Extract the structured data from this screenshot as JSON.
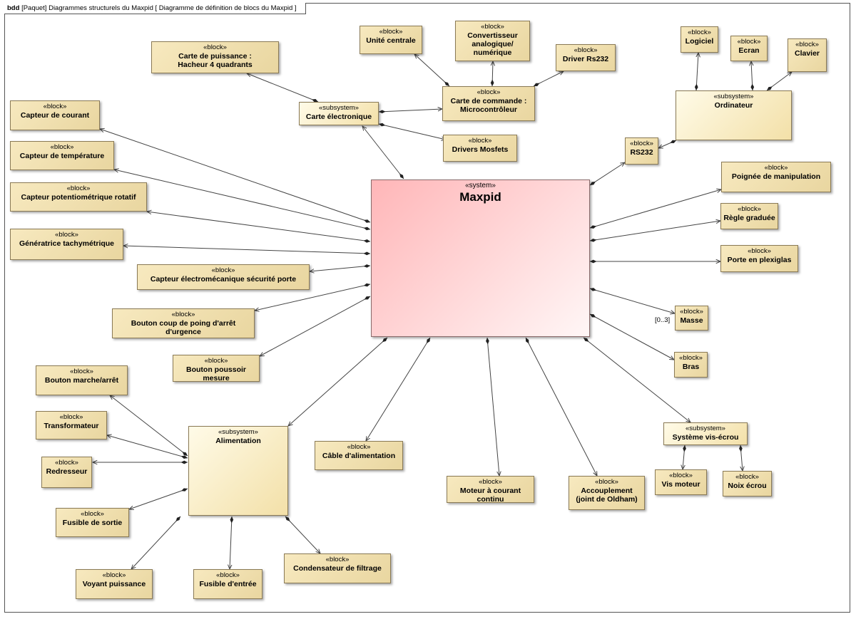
{
  "frame": {
    "kind": "bdd",
    "title": "[Paquet] Diagrammes structurels du Maxpid [ Diagramme de définition de blocs du Maxpid ]"
  },
  "blocks": [
    {
      "id": "maxpid",
      "stereo": "«system»",
      "name": "Maxpid",
      "kind": "system"
    },
    {
      "id": "carte_elec",
      "stereo": "«subsystem»",
      "name": "Carte électronique",
      "kind": "subsystem"
    },
    {
      "id": "carte_puissance",
      "stereo": "«block»",
      "name": "Carte de puissance :\nHacheur 4 quadrants",
      "kind": "block"
    },
    {
      "id": "unite",
      "stereo": "«block»",
      "name": "Unité centrale",
      "kind": "block"
    },
    {
      "id": "convertisseur",
      "stereo": "«block»",
      "name": "Convertisseur\nanalogique/\nnumérique",
      "kind": "block"
    },
    {
      "id": "driver_rs",
      "stereo": "«block»",
      "name": "Driver Rs232",
      "kind": "block"
    },
    {
      "id": "carte_cmd",
      "stereo": "«block»",
      "name": "Carte de commande :\nMicrocontrôleur",
      "kind": "block"
    },
    {
      "id": "drivers_mos",
      "stereo": "«block»",
      "name": "Drivers Mosfets",
      "kind": "block"
    },
    {
      "id": "logiciel",
      "stereo": "«block»",
      "name": "Logiciel",
      "kind": "block"
    },
    {
      "id": "ecran",
      "stereo": "«block»",
      "name": "Ecran",
      "kind": "block"
    },
    {
      "id": "clavier",
      "stereo": "«block»",
      "name": "Clavier",
      "kind": "block"
    },
    {
      "id": "ordinateur",
      "stereo": "«subsystem»",
      "name": "Ordinateur",
      "kind": "subsystem"
    },
    {
      "id": "rs232",
      "stereo": "«block»",
      "name": "RS232",
      "kind": "block"
    },
    {
      "id": "capteur_courant",
      "stereo": "«block»",
      "name": "Capteur de courant",
      "kind": "block"
    },
    {
      "id": "capteur_temp",
      "stereo": "«block»",
      "name": "Capteur de température",
      "kind": "block"
    },
    {
      "id": "capteur_pot",
      "stereo": "«block»",
      "name": "Capteur potentiométrique rotatif",
      "kind": "block"
    },
    {
      "id": "generatrice",
      "stereo": "«block»",
      "name": "Génératrice tachymétrique",
      "kind": "block"
    },
    {
      "id": "capteur_porte",
      "stereo": "«block»",
      "name": "Capteur électromécanique sécurité porte",
      "kind": "block"
    },
    {
      "id": "bouton_urgence",
      "stereo": "«block»",
      "name": "Bouton coup de poing d'arrêt d'urgence",
      "kind": "block"
    },
    {
      "id": "bouton_mesure",
      "stereo": "«block»",
      "name": "Bouton poussoir mesure",
      "kind": "block"
    },
    {
      "id": "poignee",
      "stereo": "«block»",
      "name": "Poignée de manipulation",
      "kind": "block"
    },
    {
      "id": "regle",
      "stereo": "«block»",
      "name": "Règle graduée",
      "kind": "block"
    },
    {
      "id": "porte",
      "stereo": "«block»",
      "name": "Porte en plexiglas",
      "kind": "block"
    },
    {
      "id": "masse",
      "stereo": "«block»",
      "name": "Masse",
      "kind": "block"
    },
    {
      "id": "bras",
      "stereo": "«block»",
      "name": "Bras",
      "kind": "block"
    },
    {
      "id": "bouton_ma",
      "stereo": "«block»",
      "name": "Bouton marche/arrêt",
      "kind": "block"
    },
    {
      "id": "transfo",
      "stereo": "«block»",
      "name": "Transformateur",
      "kind": "block"
    },
    {
      "id": "redresseur",
      "stereo": "«block»",
      "name": "Redresseur",
      "kind": "block"
    },
    {
      "id": "alimentation",
      "stereo": "«subsystem»",
      "name": "Alimentation",
      "kind": "subsystem"
    },
    {
      "id": "fusible_sortie",
      "stereo": "«block»",
      "name": "Fusible de sortie",
      "kind": "block"
    },
    {
      "id": "voyant",
      "stereo": "«block»",
      "name": "Voyant puissance",
      "kind": "block"
    },
    {
      "id": "fusible_entree",
      "stereo": "«block»",
      "name": "Fusible d'entrée",
      "kind": "block"
    },
    {
      "id": "condensateur",
      "stereo": "«block»",
      "name": "Condensateur de filtrage",
      "kind": "block"
    },
    {
      "id": "cable",
      "stereo": "«block»",
      "name": "Câble d'alimentation",
      "kind": "block"
    },
    {
      "id": "moteur",
      "stereo": "«block»",
      "name": "Moteur à courant continu",
      "kind": "block"
    },
    {
      "id": "accouplement",
      "stereo": "«block»",
      "name": "Accouplement\n(joint de Oldham)",
      "kind": "block"
    },
    {
      "id": "vis_ecrou",
      "stereo": "«subsystem»",
      "name": "Système vis-écrou",
      "kind": "subsystem"
    },
    {
      "id": "vis_moteur",
      "stereo": "«block»",
      "name": "Vis moteur",
      "kind": "block"
    },
    {
      "id": "noix",
      "stereo": "«block»",
      "name": "Noix écrou",
      "kind": "block"
    }
  ],
  "multiplicities": [
    {
      "text": "[0..3]",
      "near": "masse"
    }
  ],
  "colors": {
    "block_fill": "#f0e0b0",
    "system_fill": "#ffb6b8",
    "edge": "#444444"
  }
}
